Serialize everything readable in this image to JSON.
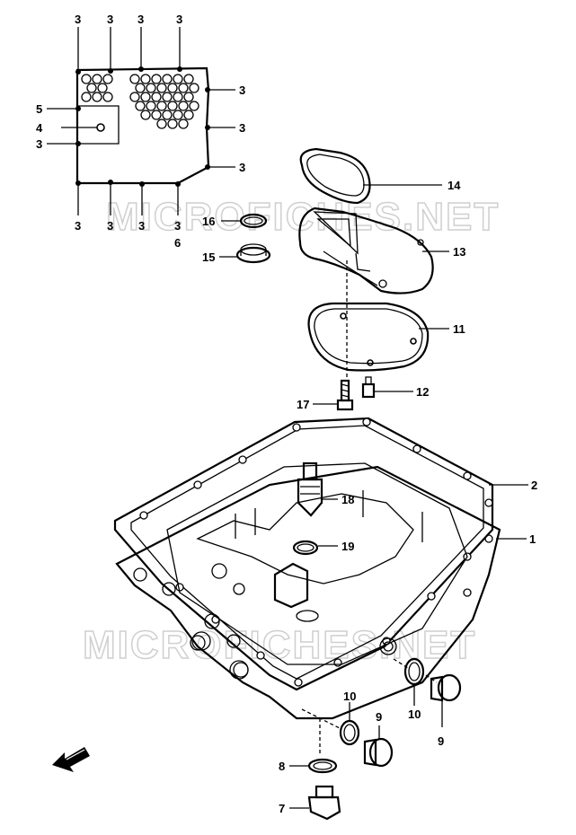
{
  "watermark": {
    "text": "MICROFICHES.NET"
  },
  "callouts": {
    "c3a": "3",
    "c3b": "3",
    "c3c": "3",
    "c3d": "3",
    "c3e": "3",
    "c3f": "3",
    "c3g": "3",
    "c3h": "3",
    "c3i": "3",
    "c3j": "3",
    "c3k": "3",
    "c3l": "3",
    "c5": "5",
    "c4": "4",
    "c6": "6",
    "c14": "14",
    "c16": "16",
    "c15": "15",
    "c13": "13",
    "c11": "11",
    "c17": "17",
    "c12": "12",
    "c2": "2",
    "c1": "1",
    "c18": "18",
    "c19": "19",
    "c10a": "10",
    "c10b": "10",
    "c9a": "9",
    "c9b": "9",
    "c8": "8",
    "c7": "7"
  }
}
